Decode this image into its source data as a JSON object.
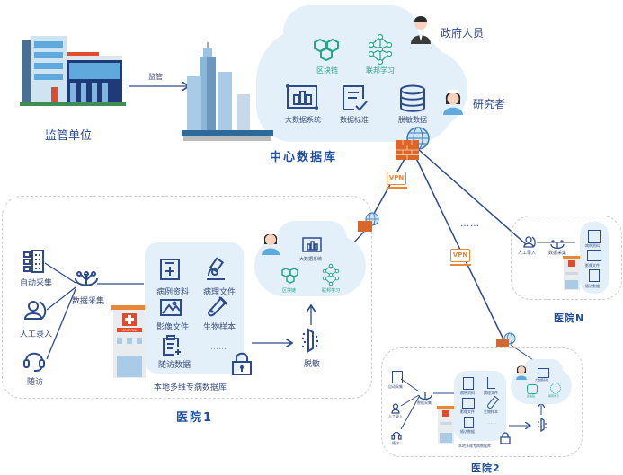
{
  "top": {
    "regulator_label": "监管单位",
    "arrow_label": "监管",
    "center_label": "中心数据库",
    "cloud_items": {
      "blockchain": "区块链",
      "federated": "联邦学习",
      "bigdata": "大数据系统",
      "standard": "数据标准",
      "deid": "脱敏数据"
    },
    "gov_label": "政府人员",
    "researcher_label": "研究者"
  },
  "network": {
    "vpn_label": "VPN",
    "ellipsis": "……"
  },
  "hospital1": {
    "title": "医院1",
    "auto": "自动采集",
    "manual": "人工录入",
    "followup": "随访",
    "collect": "数据采集",
    "hospital_sign": "HOSPITAL",
    "db_items": [
      "病例资料",
      "病理文件",
      "影像文件",
      "生物样本",
      "随访数据",
      "……"
    ],
    "db_label": "本地多维专病数据库",
    "deid": "脱敏",
    "cloud_bigdata": "大数据系统",
    "cloud_blockchain": "区块链",
    "cloud_federated": "联邦学习"
  },
  "hospital2": {
    "title": "医院2",
    "auto": "自动采集",
    "manual": "人工录入",
    "followup": "随访",
    "collect": "数据采集",
    "db_items": [
      "病例资料",
      "病理文件",
      "影像文件",
      "生物样本",
      "随访数据",
      "……"
    ],
    "db_label": "本地多维专病数据库",
    "cloud_bigdata": "大数据系统",
    "cloud_blockchain": "区块链",
    "cloud_federated": "联邦学习"
  },
  "hospitalN": {
    "title": "医院N",
    "manual": "人工录入",
    "collect": "数据采集",
    "db_items": [
      "病例资料",
      "影像文件",
      "随访数据"
    ]
  },
  "colors": {
    "primary": "#2d4a8a",
    "title": "#1f4e9c",
    "green": "#29a58a",
    "cloud": "#e3f0fa",
    "vpn": "#e8873a",
    "firewall": "#d9662a"
  }
}
